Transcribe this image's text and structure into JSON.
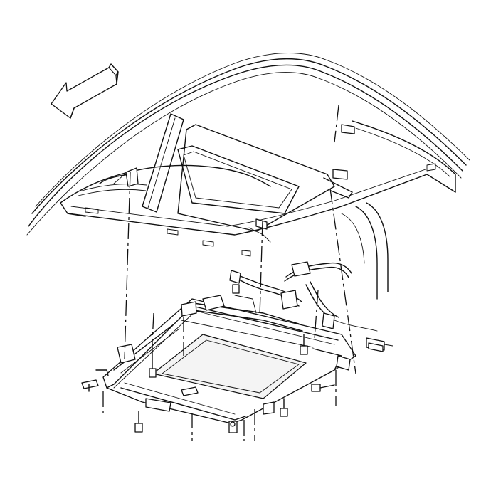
{
  "diagram": {
    "components": [
      {
        "id": "roof-frame",
        "icon": "roof-frame-outline"
      },
      {
        "id": "sunroof-opening",
        "icon": "sunroof-opening-outline"
      },
      {
        "id": "sunroof-module",
        "icon": "sunroof-module-outline"
      },
      {
        "id": "glass-panel",
        "icon": "glass-panel-outline"
      },
      {
        "id": "wiring-harness",
        "icon": "wiring-harness-outline"
      },
      {
        "id": "front-direction-arrow",
        "icon": "arrow-left-icon"
      },
      {
        "id": "mounting-bolts",
        "icon": "bolt-icon"
      },
      {
        "id": "drain-hoses",
        "icon": "drain-hose-icon"
      }
    ],
    "colors": {
      "line": "#111111",
      "background": "#ffffff"
    }
  }
}
